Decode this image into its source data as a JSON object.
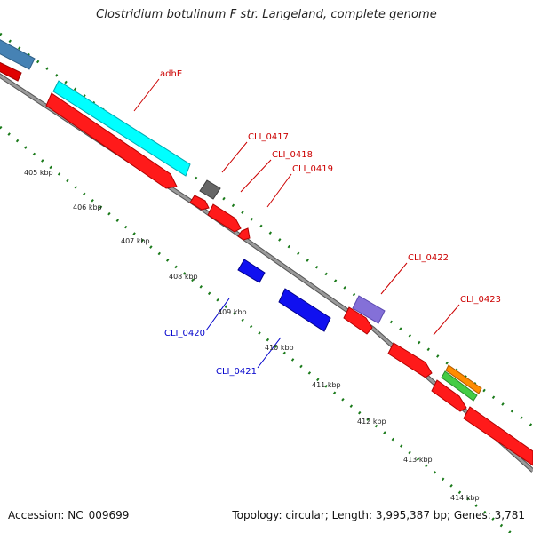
{
  "title": "Clostridium botulinum F str. Langeland, complete genome",
  "footer": {
    "accession": "Accession: NC_009699",
    "summary": "Topology: circular; Length: 3,995,387 bp; Genes: 3,781"
  },
  "colors": {
    "forward_gene": "#ff0000",
    "reverse_gene": "#0000ee",
    "backbone": "#888888",
    "tick": "#1a7a1a",
    "gene_label_forward": "#cc0000",
    "gene_label_reverse": "#0000cc",
    "steelblue_feature": "#4682b4",
    "cyan_feature": "#00ffff",
    "gray_feature": "#666666",
    "slateblue_feature": "#8470d8",
    "orange_feature": "#ff8c00",
    "green_feature": "#44cc44"
  },
  "scale_labels": [
    "405 kbp",
    "406 kbp",
    "407 kbp",
    "408 kbp",
    "409 kbp",
    "410 kbp",
    "411 kbp",
    "412 kbp",
    "413 kbp",
    "414 kbp"
  ],
  "gene_labels": [
    {
      "text": "adhE",
      "strand": "forward"
    },
    {
      "text": "CLI_0417",
      "strand": "forward"
    },
    {
      "text": "CLI_0418",
      "strand": "forward"
    },
    {
      "text": "CLI_0419",
      "strand": "forward"
    },
    {
      "text": "CLI_0422",
      "strand": "forward"
    },
    {
      "text": "CLI_0423",
      "strand": "forward"
    },
    {
      "text": "CLI_0420",
      "strand": "reverse"
    },
    {
      "text": "CLI_0421",
      "strand": "reverse"
    }
  ]
}
